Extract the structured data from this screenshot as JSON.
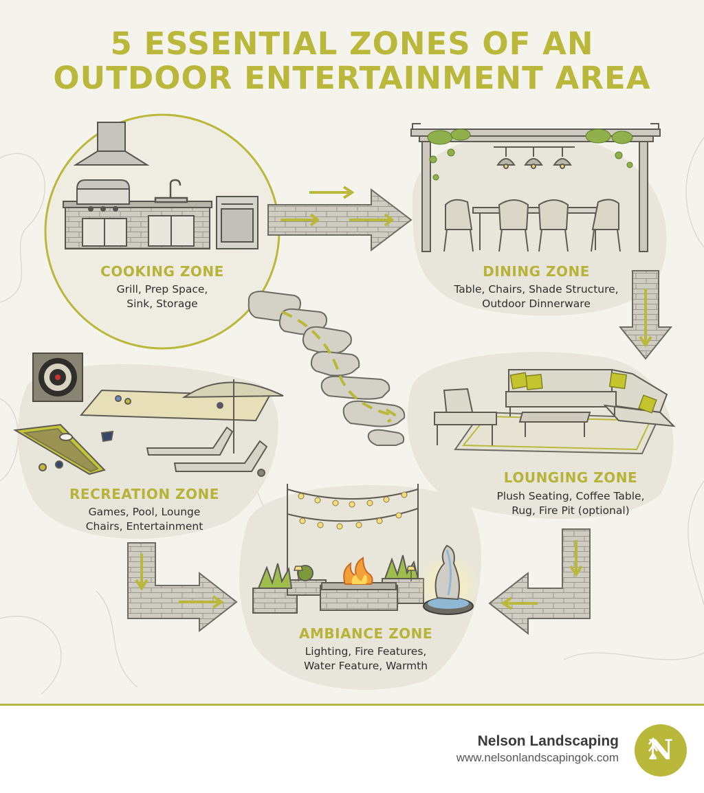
{
  "title": {
    "line1": "5 ESSENTIAL ZONES OF AN",
    "line2": "OUTDOOR ENTERTAINMENT AREA"
  },
  "zones": [
    {
      "id": "cooking",
      "title": "COOKING ZONE",
      "desc_line1": "Grill, Prep Space,",
      "desc_line2": "Sink, Storage"
    },
    {
      "id": "dining",
      "title": "DINING ZONE",
      "desc_line1": "Table, Chairs, Shade Structure,",
      "desc_line2": "Outdoor Dinnerware"
    },
    {
      "id": "lounging",
      "title": "LOUNGING ZONE",
      "desc_line1": "Plush Seating, Coffee Table,",
      "desc_line2": "Rug, Fire Pit (optional)"
    },
    {
      "id": "ambiance",
      "title": "AMBIANCE ZONE",
      "desc_line1": "Lighting, Fire Features,",
      "desc_line2": "Water Feature, Warmth"
    },
    {
      "id": "recreation",
      "title": "RECREATION ZONE",
      "desc_line1": "Games, Pool, Lounge",
      "desc_line2": "Chairs, Entertainment"
    }
  ],
  "footer": {
    "brand": "Nelson Landscaping",
    "url": "www.nelsonlandscapingok.com",
    "logo_letter": "N"
  },
  "colors": {
    "accent": "#b9b83a",
    "background": "#f4f3ec",
    "stone": "#c9c7bb",
    "outline": "#6b6a63"
  },
  "icons": [
    "range-hood-icon",
    "grill-icon",
    "faucet-icon",
    "mini-fridge-icon",
    "pergola-icon",
    "pendant-light-icon",
    "dining-chair-icon",
    "sectional-sofa-icon",
    "coffee-table-icon",
    "rug-icon",
    "dartboard-icon",
    "cornhole-board-icon",
    "umbrella-icon",
    "lounge-chair-icon",
    "string-lights-icon",
    "fire-pit-icon",
    "water-fountain-icon",
    "stepping-stones-icon",
    "flow-arrow-icon",
    "logo-icon"
  ]
}
